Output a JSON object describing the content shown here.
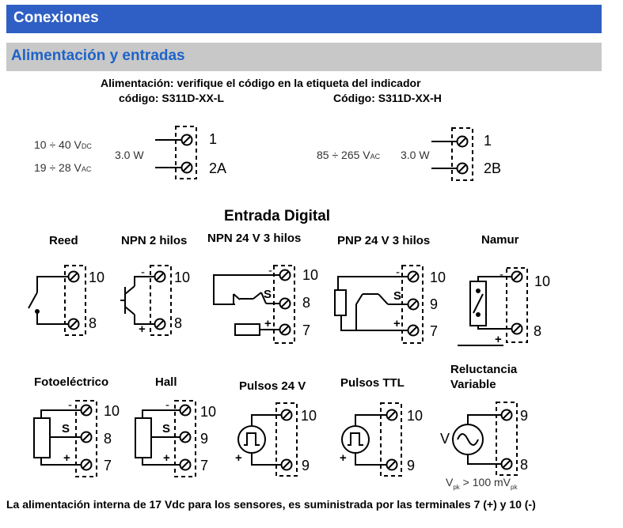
{
  "header": {
    "title": "Conexiones"
  },
  "section": {
    "title": "Alimentación y entradas"
  },
  "power": {
    "note": "Alimentación: verifique el código en la etiqueta del indicador",
    "left": {
      "code": "código:  S311D-XX-L",
      "range_dc": "10 ÷ 40 V",
      "range_dc_sub": "DC",
      "range_ac": "19 ÷ 28 V",
      "range_ac_sub": "AC",
      "power": "3.0 W",
      "terminal_a": "1",
      "terminal_b": "2A"
    },
    "right": {
      "code": "Código:  S311D-XX-H",
      "range_ac": "85 ÷ 265 V",
      "range_ac_sub": "AC",
      "power": "3.0 W",
      "terminal_a": "1",
      "terminal_b": "2B"
    }
  },
  "digital": {
    "title": "Entrada Digital",
    "row1": {
      "reed": {
        "label": "Reed",
        "t1": "10",
        "t2": "8"
      },
      "npn2": {
        "label": "NPN 2 hilos",
        "t1": "10",
        "t2": "8",
        "minus": "-",
        "plus": "+"
      },
      "npn3": {
        "label": "NPN 24 V 3 hilos",
        "t1": "10",
        "t2": "8",
        "t3": "7",
        "minus": "-",
        "s": "S",
        "plus": "+"
      },
      "pnp3": {
        "label": "PNP 24 V 3 hilos",
        "t1": "10",
        "t2": "9",
        "t3": "7",
        "minus": "-",
        "s": "S",
        "plus": "+"
      },
      "namur": {
        "label": "Namur",
        "t1": "10",
        "t2": "8",
        "minus": "-",
        "plus": "+"
      }
    },
    "row2": {
      "foto": {
        "label": "Fotoeléctrico",
        "t1": "10",
        "t2": "8",
        "t3": "7",
        "minus": "-",
        "s": "S",
        "plus": "+"
      },
      "hall": {
        "label": "Hall",
        "t1": "10",
        "t2": "9",
        "t3": "7",
        "minus": "-",
        "s": "S",
        "plus": "+"
      },
      "p24": {
        "label": "Pulsos 24 V",
        "t1": "10",
        "t2": "9",
        "plus": "+"
      },
      "ttl": {
        "label": "Pulsos TTL",
        "t1": "10",
        "t2": "9",
        "plus": "+"
      },
      "rel": {
        "label_1": "Reluctancia",
        "label_2": "Variable",
        "t1": "9",
        "t2": "8",
        "v": "V",
        "cond": "V",
        "cond_sub": "pk",
        "cond_rest": " > 100 mV",
        "cond_sub2": "pk"
      }
    }
  },
  "footer": {
    "note": "La alimentación interna de 17 Vdc para los sensores, es suministrada por las terminales 7 (+) y  10 (-)"
  },
  "colors": {
    "header_bg": "#2f5fc4",
    "section_bg": "#c8c8c8",
    "section_text": "#1e63c8"
  }
}
